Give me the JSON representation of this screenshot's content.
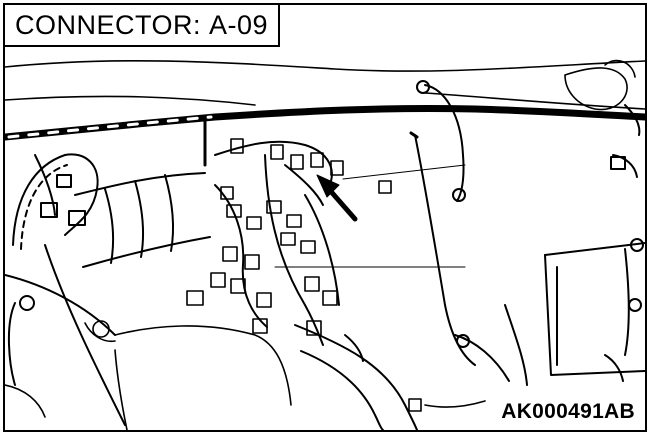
{
  "header": {
    "label": "CONNECTOR",
    "connector_id": "A-09"
  },
  "figure": {
    "code": "AK000491AB",
    "colors": {
      "ink": "#000000",
      "paper": "#ffffff"
    }
  }
}
